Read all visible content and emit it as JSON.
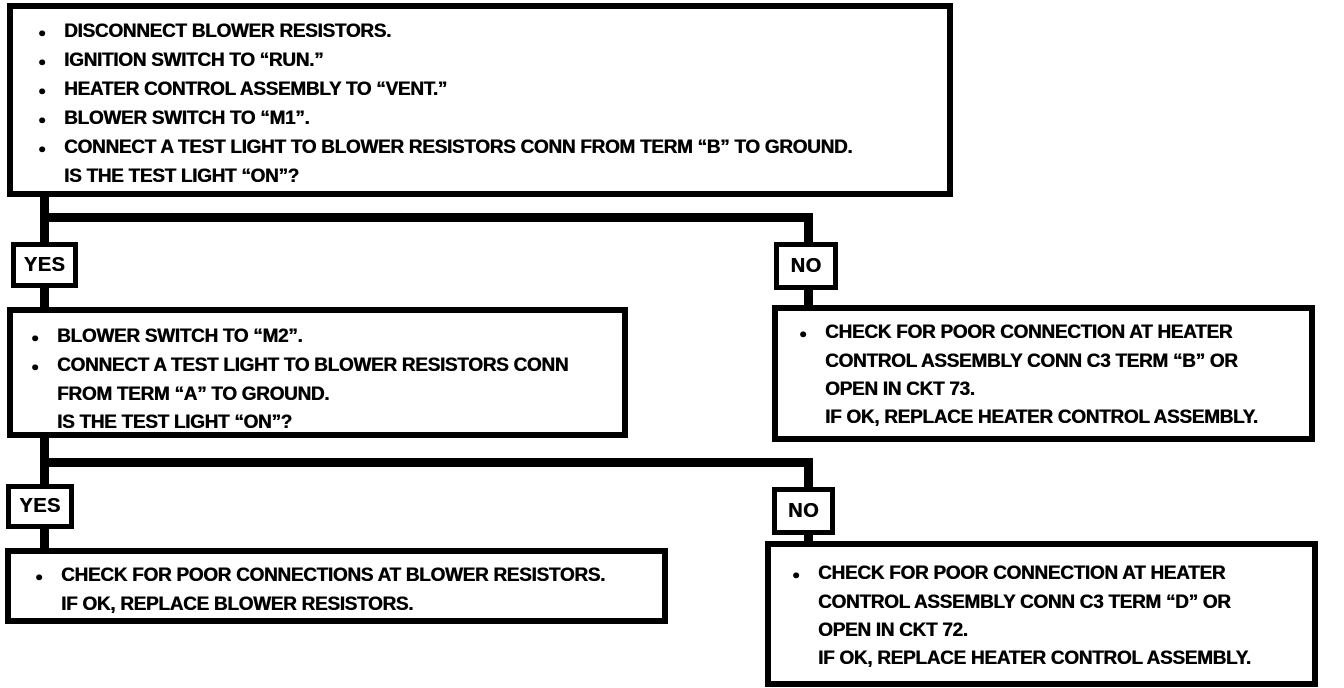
{
  "colors": {
    "ink": "#000000",
    "paper": "#ffffff"
  },
  "ui": {
    "bullet": "●"
  },
  "labels": {
    "yes": "YES",
    "no": "NO"
  },
  "boxes": {
    "step1": {
      "lines": [
        {
          "bullet": true,
          "text": "DISCONNECT BLOWER RESISTORS."
        },
        {
          "bullet": true,
          "text": "IGNITION SWITCH TO “RUN.”"
        },
        {
          "bullet": true,
          "text": "HEATER CONTROL ASSEMBLY TO “VENT.”"
        },
        {
          "bullet": true,
          "text": "BLOWER SWITCH TO “M1”."
        },
        {
          "bullet": true,
          "text": "CONNECT A TEST LIGHT TO BLOWER RESISTORS CONN FROM TERM “B” TO GROUND."
        },
        {
          "bullet": false,
          "text": "IS THE TEST LIGHT “ON”?"
        }
      ]
    },
    "step2_yes": {
      "lines": [
        {
          "bullet": true,
          "text": "BLOWER SWITCH TO “M2”."
        },
        {
          "bullet": true,
          "text": "CONNECT A TEST LIGHT TO BLOWER RESISTORS CONN"
        },
        {
          "bullet": false,
          "text": "FROM TERM “A” TO GROUND."
        },
        {
          "bullet": false,
          "text": "IS THE TEST LIGHT “ON”?"
        }
      ]
    },
    "step2_no": {
      "lines": [
        {
          "bullet": true,
          "text": "CHECK FOR POOR CONNECTION AT HEATER"
        },
        {
          "bullet": false,
          "text": "CONTROL ASSEMBLY CONN C3 TERM “B” OR"
        },
        {
          "bullet": false,
          "text": "OPEN IN CKT 73."
        },
        {
          "bullet": false,
          "text": "IF OK, REPLACE HEATER CONTROL ASSEMBLY."
        }
      ]
    },
    "step3_yes": {
      "lines": [
        {
          "bullet": true,
          "text": "CHECK FOR POOR CONNECTIONS AT BLOWER RESISTORS."
        },
        {
          "bullet": false,
          "text": "IF OK, REPLACE BLOWER RESISTORS."
        }
      ]
    },
    "step3_no": {
      "lines": [
        {
          "bullet": true,
          "text": "CHECK FOR POOR CONNECTION AT HEATER"
        },
        {
          "bullet": false,
          "text": "CONTROL ASSEMBLY CONN C3 TERM “D” OR"
        },
        {
          "bullet": false,
          "text": "OPEN IN CKT 72."
        },
        {
          "bullet": false,
          "text": "IF OK, REPLACE HEATER CONTROL ASSEMBLY."
        }
      ]
    }
  }
}
